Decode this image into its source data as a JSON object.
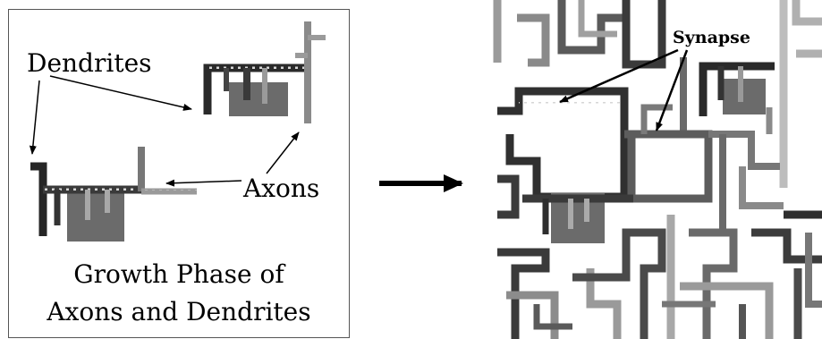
{
  "left_panel": {
    "label_dendrites": "Dendrites",
    "label_axons": "Axons",
    "caption_line1": "Growth Phase of",
    "caption_line2": "Axons and Dendrites"
  },
  "right_panel": {
    "label_synapse": "Synapse"
  },
  "colors": {
    "dark_trace": "#2a2a2a",
    "mid_trace": "#6e6e6e",
    "light_trace": "#b4b4b4",
    "soma": "#6b6b6b",
    "frame": "#555555"
  }
}
